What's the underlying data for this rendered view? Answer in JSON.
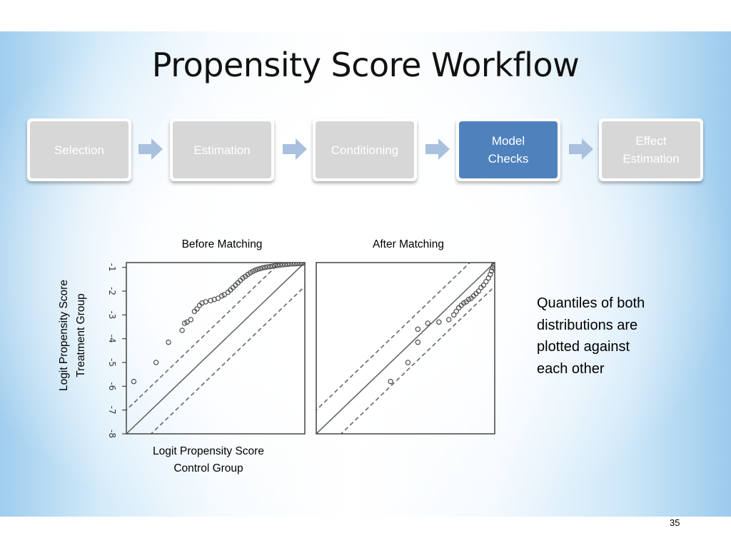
{
  "slide": {
    "title": "Propensity Score Workflow",
    "page_number": "35",
    "workflow": [
      {
        "label": "Selection",
        "active": false
      },
      {
        "label": "Estimation",
        "active": false
      },
      {
        "label": "Conditioning",
        "active": false
      },
      {
        "label": "Model\nChecks",
        "active": true
      },
      {
        "label": "Effect\nEstimation",
        "active": false
      }
    ],
    "side_note": "Quantiles of both\ndistributions are\nplotted against\neach other",
    "colors": {
      "active_step": "#4f81bd",
      "inactive_step": "#d7d7d7",
      "arrow": "#a9c0de",
      "point": "#555555",
      "line": "#666666"
    }
  },
  "chart_data": [
    {
      "type": "scatter",
      "title": "Before Matching",
      "xlabel": "Logit Propensity Score\nControl Group",
      "ylabel": "Logit Propensity Score\nTreatment Group",
      "xlim": [
        -8,
        -0.8
      ],
      "ylim": [
        -8,
        -0.8
      ],
      "yticks": [
        -1,
        -2,
        -3,
        -4,
        -5,
        -6,
        -7,
        -8
      ],
      "grid": false,
      "reference_lines": {
        "identity": true,
        "band_offset": 1
      },
      "points": [
        [
          -7.7,
          -5.8
        ],
        [
          -6.8,
          -5.0
        ],
        [
          -6.3,
          -4.15
        ],
        [
          -5.75,
          -3.65
        ],
        [
          -5.65,
          -3.35
        ],
        [
          -5.55,
          -3.3
        ],
        [
          -5.4,
          -3.2
        ],
        [
          -5.25,
          -2.85
        ],
        [
          -5.15,
          -2.75
        ],
        [
          -5.05,
          -2.6
        ],
        [
          -4.95,
          -2.5
        ],
        [
          -4.8,
          -2.45
        ],
        [
          -4.6,
          -2.4
        ],
        [
          -4.45,
          -2.35
        ],
        [
          -4.3,
          -2.3
        ],
        [
          -4.15,
          -2.2
        ],
        [
          -4.05,
          -2.15
        ],
        [
          -3.9,
          -2.05
        ],
        [
          -3.8,
          -1.95
        ],
        [
          -3.7,
          -1.85
        ],
        [
          -3.6,
          -1.75
        ],
        [
          -3.5,
          -1.65
        ],
        [
          -3.4,
          -1.55
        ],
        [
          -3.3,
          -1.45
        ],
        [
          -3.2,
          -1.38
        ],
        [
          -3.1,
          -1.3
        ],
        [
          -3.0,
          -1.23
        ],
        [
          -2.9,
          -1.17
        ],
        [
          -2.8,
          -1.12
        ],
        [
          -2.7,
          -1.08
        ],
        [
          -2.6,
          -1.05
        ],
        [
          -2.5,
          -1.02
        ],
        [
          -2.4,
          -1.0
        ],
        [
          -2.3,
          -0.98
        ],
        [
          -2.2,
          -0.97
        ],
        [
          -2.1,
          -0.95
        ],
        [
          -2.0,
          -0.93
        ],
        [
          -1.9,
          -0.92
        ],
        [
          -1.8,
          -0.9
        ],
        [
          -1.7,
          -0.89
        ],
        [
          -1.6,
          -0.88
        ],
        [
          -1.5,
          -0.87
        ],
        [
          -1.4,
          -0.86
        ],
        [
          -1.3,
          -0.85
        ],
        [
          -1.2,
          -0.85
        ],
        [
          -1.1,
          -0.84
        ],
        [
          -1.0,
          -0.84
        ],
        [
          -0.9,
          -0.83
        ]
      ]
    },
    {
      "type": "scatter",
      "title": "After Matching",
      "xlim": [
        -8,
        -0.8
      ],
      "ylim": [
        -8,
        -0.8
      ],
      "grid": false,
      "reference_lines": {
        "identity": true,
        "band_offset": 1
      },
      "points": [
        [
          -5.0,
          -5.8
        ],
        [
          -4.3,
          -5.0
        ],
        [
          -3.9,
          -4.15
        ],
        [
          -3.9,
          -3.6
        ],
        [
          -3.5,
          -3.35
        ],
        [
          -3.05,
          -3.3
        ],
        [
          -2.65,
          -3.2
        ],
        [
          -2.45,
          -3.0
        ],
        [
          -2.35,
          -2.85
        ],
        [
          -2.25,
          -2.7
        ],
        [
          -2.15,
          -2.6
        ],
        [
          -2.05,
          -2.5
        ],
        [
          -1.95,
          -2.45
        ],
        [
          -1.85,
          -2.35
        ],
        [
          -1.75,
          -2.3
        ],
        [
          -1.65,
          -2.2
        ],
        [
          -1.55,
          -2.1
        ],
        [
          -1.45,
          -2.0
        ],
        [
          -1.35,
          -1.85
        ],
        [
          -1.25,
          -1.75
        ],
        [
          -1.15,
          -1.6
        ],
        [
          -1.05,
          -1.45
        ],
        [
          -0.98,
          -1.3
        ],
        [
          -0.93,
          -1.15
        ],
        [
          -0.88,
          -1.02
        ],
        [
          -0.85,
          -0.92
        ],
        [
          -0.82,
          -0.86
        ]
      ]
    }
  ]
}
